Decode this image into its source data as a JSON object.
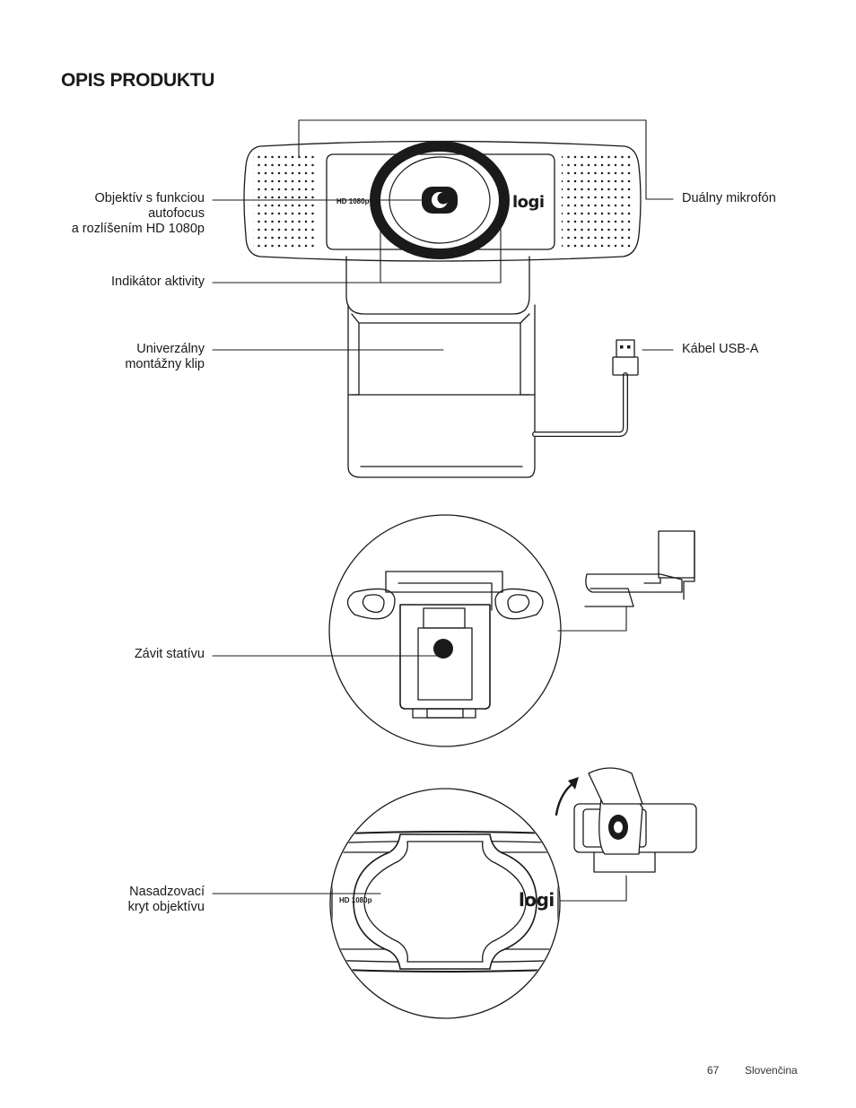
{
  "page": {
    "title": "OPIS PRODUKTU",
    "page_number": "67",
    "language": "Slovenčina"
  },
  "labels": {
    "lens": [
      "Objektív s funkciou",
      "autofocus",
      "a rozlíšením HD 1080p"
    ],
    "activity_light": [
      "Indikátor aktivity"
    ],
    "mount_clip": [
      "Univerzálny",
      "montážny klip"
    ],
    "microphone": [
      "Duálny mikrofón"
    ],
    "usb_cable": [
      "Kábel USB-A"
    ],
    "tripod_thread": [
      "Závit statívu"
    ],
    "privacy_shutter": [
      "Nasadzovací",
      "kryt objektívu"
    ]
  },
  "device_text": {
    "resolution_badge": "HD 1080p",
    "brand": "logi"
  }
}
